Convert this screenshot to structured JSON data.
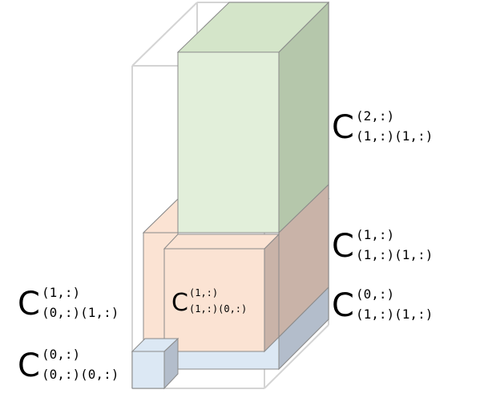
{
  "labels": {
    "c2_11_11": {
      "base": "C",
      "sup": "(2,:)",
      "sub": "(1,:)(1,:)"
    },
    "c1_11_11": {
      "base": "C",
      "sup": "(1,:)",
      "sub": "(1,:)(1,:)"
    },
    "c0_11_11": {
      "base": "C",
      "sup": "(0,:)",
      "sub": "(1,:)(1,:)"
    },
    "c1_01_11": {
      "base": "C",
      "sup": "(1,:)",
      "sub": "(0,:)(1,:)"
    },
    "c0_00_00": {
      "base": "C",
      "sup": "(0,:)",
      "sub": "(0,:)(0,:)"
    },
    "c1_11_00": {
      "base": "C",
      "sup": "(1,:)",
      "sub": "(1,:)(0,:)"
    }
  },
  "colors": {
    "outline": "#d4d4d4",
    "green_front": "#e2efda",
    "green_side": "#b5c7ab",
    "green_top": "#d4e5c9",
    "peach_front": "#fbe3d3",
    "peach_side": "#c9b3a8",
    "blue_front": "#dce8f4",
    "blue_side": "#b3bdcb",
    "edge": "#8a8a8a"
  }
}
